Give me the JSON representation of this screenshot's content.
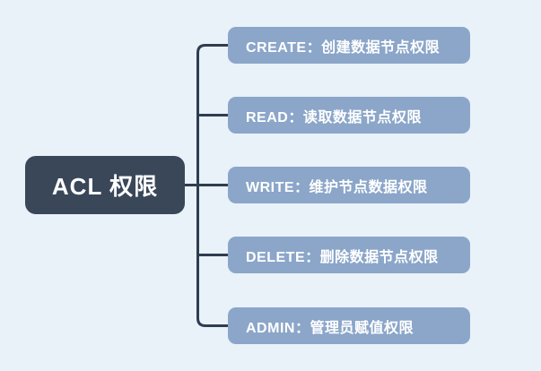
{
  "root": {
    "label": "ACL 权限"
  },
  "branches": [
    {
      "label": "CREATE：创建数据节点权限"
    },
    {
      "label": "READ：读取数据节点权限"
    },
    {
      "label": "WRITE：维护节点数据权限"
    },
    {
      "label": "DELETE：删除数据节点权限"
    },
    {
      "label": "ADMIN：管理员赋值权限"
    }
  ],
  "palette": {
    "background": "#e9f1f9",
    "root_fill": "#394759",
    "root_text": "#ffffff",
    "branch_fill": "#8ba6c9",
    "branch_text": "#ffffff",
    "connector": "#2e3d4f"
  }
}
